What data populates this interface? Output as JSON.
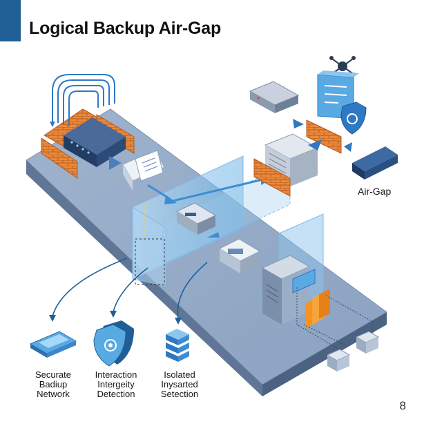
{
  "header": {
    "title": "Logical Backup Air-Gap"
  },
  "labels": {
    "air_gap": "Air-Gap"
  },
  "captions": [
    {
      "lines": [
        "Securate",
        "Badiup",
        "Network"
      ]
    },
    {
      "lines": [
        "Interaction",
        "Intergeity",
        "Detection"
      ]
    },
    {
      "lines": [
        "Isolated",
        "Inysarted",
        "Setection"
      ]
    }
  ],
  "footer": {
    "page_number": "8"
  },
  "colors": {
    "accent": "#1f5f96",
    "platform_top": "#93a9c6",
    "brick": "#e8893d",
    "glass": "#6fb4e6",
    "orange_highlight": "#f7931e"
  },
  "icons": [
    "firewall-icon",
    "router-icon",
    "document-icon",
    "server-icon",
    "drone-icon",
    "dashboard-icon",
    "shield-icon",
    "network-device-icon",
    "database-stack-icon"
  ]
}
